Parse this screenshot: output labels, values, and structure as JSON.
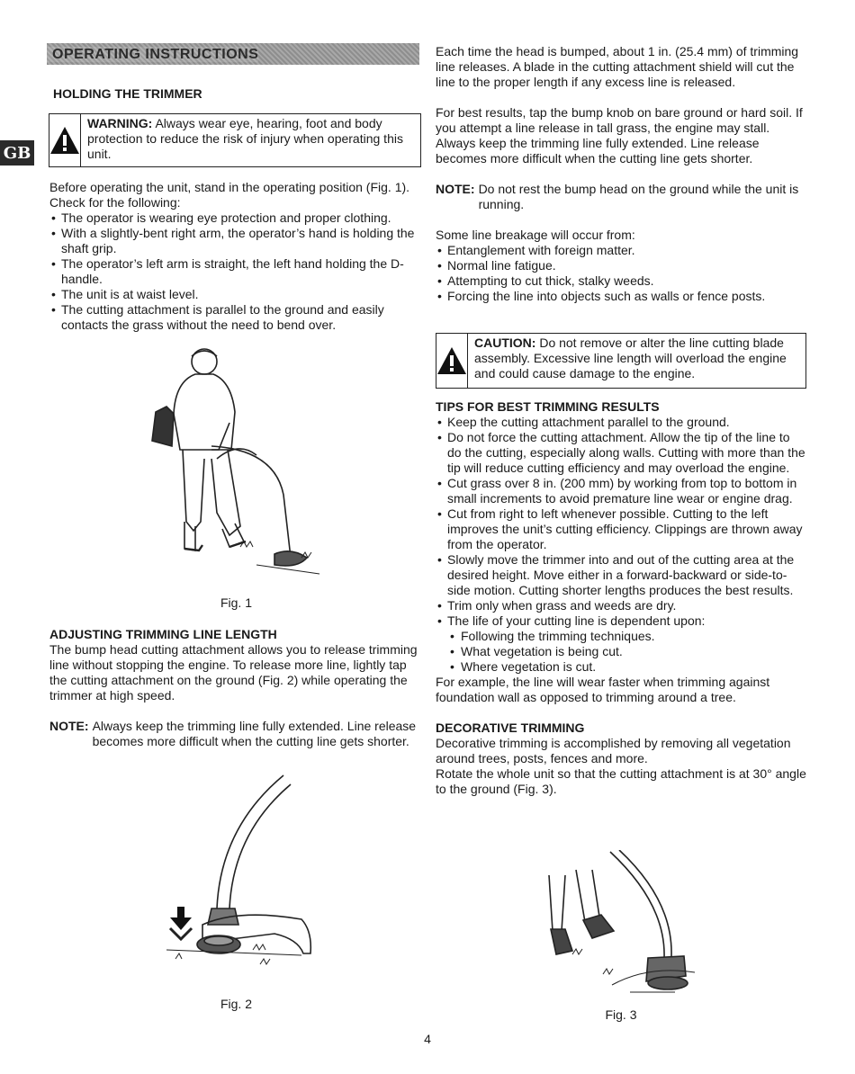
{
  "side_tab": "GB",
  "banner": "Operating Instructions",
  "left": {
    "holding": {
      "title": "HOLDING THE TRIMMER",
      "warning_label": "WARNING:",
      "warning_text": "Always wear eye, hearing, foot and body protection to reduce the risk of injury when operating this unit.",
      "intro": "Before operating the unit, stand in the operating position (Fig. 1). Check for the following:",
      "items": [
        "The operator is wearing eye protection and proper clothing.",
        "With a slightly-bent right arm, the operator’s hand is holding the shaft grip.",
        "The operator’s left arm is straight, the left hand holding the D-handle.",
        "The unit is at waist level.",
        "The cutting attachment is parallel to the ground and easily contacts the grass without the need to bend over."
      ]
    },
    "fig1_caption": "Fig. 1",
    "adjusting": {
      "title": "ADJUSTING TRIMMING LINE LENGTH",
      "body": "The bump head cutting attachment allows you to release trimming line without stopping the engine. To release more line, lightly tap the cutting attachment on the ground (Fig. 2) while operating the trimmer at high speed.",
      "note_label": "NOTE:",
      "note_text": "Always keep the trimming line fully extended. Line release becomes more difficult when the cutting line gets shorter."
    },
    "fig2_caption": "Fig. 2"
  },
  "right": {
    "p1": "Each time the head is bumped, about 1 in. (25.4 mm) of trimming line releases. A blade in the cutting attachment shield will cut the line to the proper length if any excess line is released.",
    "p2": "For best results, tap the bump knob on bare ground or hard soil. If you attempt a line release in tall grass, the engine may stall. Always keep the trimming line fully extended. Line release becomes more difficult when the cutting line gets shorter.",
    "note_label": "NOTE:",
    "note_text": "Do not rest the bump head on the ground while the unit is running.",
    "breakage_intro": "Some line breakage will occur from:",
    "breakage_items": [
      "Entanglement with foreign matter.",
      "Normal line fatigue.",
      "Attempting to cut thick, stalky weeds.",
      "Forcing the line into objects such as walls or fence posts."
    ],
    "caution_label": "CAUTION:",
    "caution_text": "Do not remove or alter the line cutting blade assembly. Excessive line length will overload the engine and could cause damage to the engine.",
    "tips_title": "TIPS FOR BEST TRIMMING RESULTS",
    "tips": [
      "Keep the cutting attachment parallel to the ground.",
      "Do not force the cutting attachment. Allow the tip of the line to do the cutting, especially along walls. Cutting with more than the tip will reduce cutting efficiency and may overload the engine.",
      "Cut grass over 8 in. (200 mm) by working from top to bottom in small increments to avoid premature line wear or engine drag.",
      "Cut from right to left whenever possible. Cutting to the left improves the unit’s cutting efficiency. Clippings are thrown away from the operator.",
      "Slowly move the trimmer into and out of the cutting area at the desired height. Move either in a forward-backward or side-to-side motion. Cutting shorter lengths produces the best results.",
      "Trim only when grass and weeds are dry.",
      "The life of your cutting line is dependent upon:"
    ],
    "tips_sub": [
      "Following the trimming techniques.",
      "What vegetation is being cut.",
      "Where vegetation is cut."
    ],
    "tips_after": "For example, the line will wear faster when trimming against foundation wall as opposed to trimming around a tree.",
    "decorative_title": "DECORATIVE TRIMMING",
    "decorative_p1": "Decorative trimming is accomplished by removing all vegetation around trees, posts, fences and more.",
    "decorative_p2": "Rotate the whole unit so that the cutting attachment is at 30° angle to the ground (Fig. 3).",
    "fig3_caption": "Fig. 3"
  },
  "page_number": "4"
}
